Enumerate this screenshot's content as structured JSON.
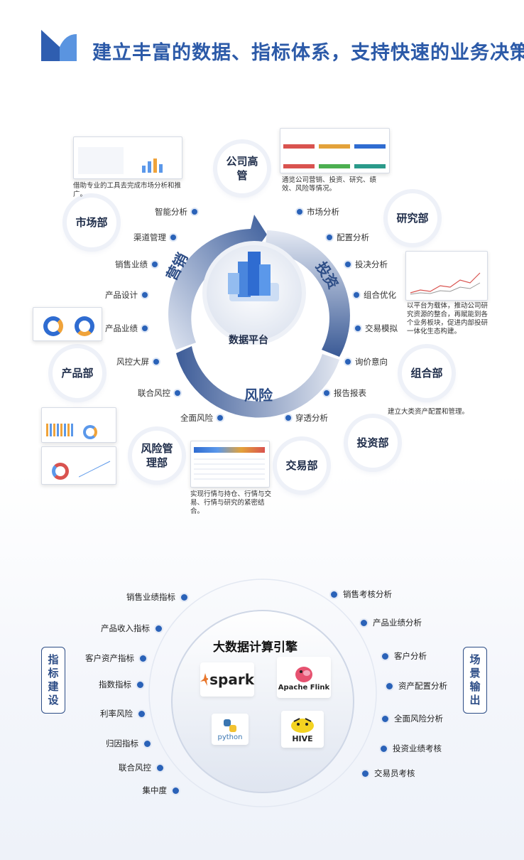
{
  "title": "建立丰富的数据、指标体系，支持快速的业务决策",
  "platform": {
    "label": "数据平台"
  },
  "ring_segments": {
    "marketing": "营销",
    "investment": "投资",
    "risk": "风险"
  },
  "departments": {
    "senior": "公司高管",
    "marketing": "市场部",
    "research": "研究部",
    "product": "产品部",
    "portfolio": "组合部",
    "risk_mgmt": "风险管理部",
    "trading": "交易部",
    "investment": "投资部"
  },
  "left_features": [
    "智能分析",
    "渠道管理",
    "销售业绩",
    "产品设计",
    "产品业绩",
    "风控大屏",
    "联合风控",
    "全面风险"
  ],
  "right_features": [
    "市场分析",
    "配置分析",
    "投决分析",
    "组合优化",
    "交易模拟",
    "询价意向",
    "报告报表",
    "穿透分析"
  ],
  "descriptions": {
    "marketing": "借助专业的工具去完成市场分析和推广。",
    "senior": "通览公司营销、投资、研究、绩效、风险等情况。",
    "research": "以平台为载体，推动公司研究资源的整合，再赋能到各个业务板块，促进内部投研一体化生态构建。",
    "portfolio": "建立大类资产配置和管理。",
    "trading": "实现行情与持仓、行情与交易、行情与研究的紧密结合。"
  },
  "engine": {
    "title": "大数据计算引擎",
    "logos": [
      "spark",
      "Apache Flink",
      "python",
      "HIVE"
    ]
  },
  "side_boxes": {
    "left": "指标建设",
    "right": "场景输出"
  },
  "left_metrics": [
    "销售业绩指标",
    "产品收入指标",
    "客户资产指标",
    "指数指标",
    "利率风险",
    "归因指标",
    "联合风控",
    "集中度"
  ],
  "right_metrics": [
    "销售考核分析",
    "产品业绩分析",
    "客户分析",
    "资产配置分析",
    "全面风险分析",
    "投资业绩考核",
    "交易员考核"
  ],
  "colors": {
    "accent": "#2a62b8",
    "title": "#2c5aa8",
    "ring": "#2d4d86"
  }
}
